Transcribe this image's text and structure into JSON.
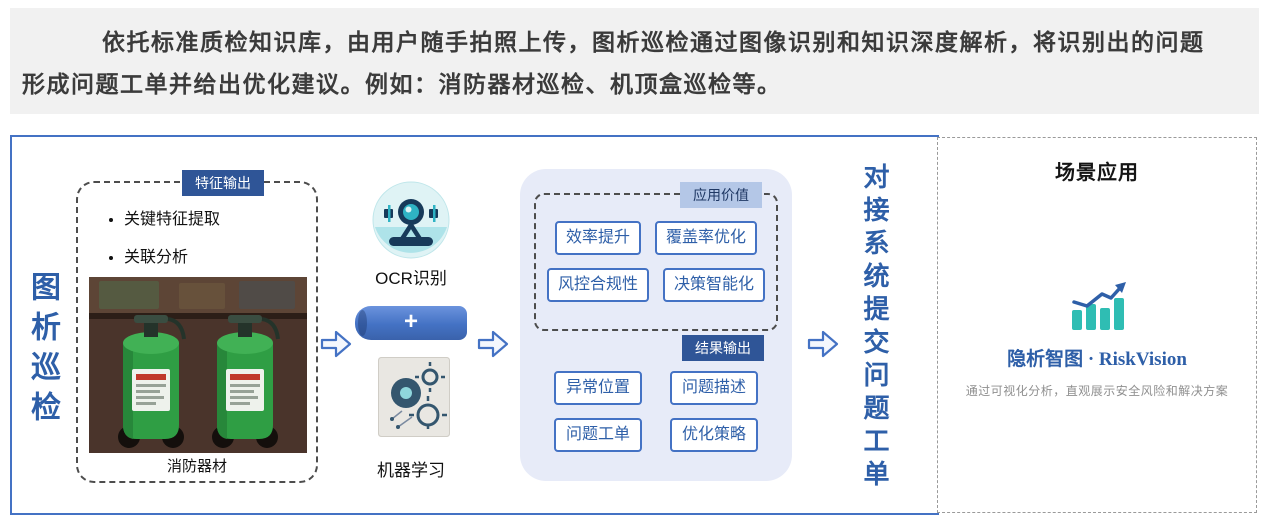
{
  "intro": {
    "line1": "依托标准质检知识库，由用户随手拍照上传，图析巡检通过图像识别和知识深度解析，将识别出的问题",
    "line2": "形成问题工单并给出优化建议。例如：消防器材巡检、机顶盒巡检等。"
  },
  "diagram": {
    "left_title": "图析巡检",
    "feature_box": {
      "badge": "特征输出",
      "bullets": [
        "关键特征提取",
        "关联分析"
      ],
      "photo_caption": "消防器材"
    },
    "process": {
      "ocr_label": "OCR识别",
      "plus": "+",
      "ml_label": "机器学习"
    },
    "results": {
      "value_badge": "应用价值",
      "value_items": [
        "效率提升",
        "覆盖率优化",
        "风控合规性",
        "决策智能化"
      ],
      "output_badge": "结果输出",
      "output_items": [
        "异常位置",
        "问题描述",
        "问题工单",
        "优化策略"
      ]
    },
    "flow_title": "对接系统提交问题工单",
    "scene": {
      "title": "场景应用",
      "product": "隐析智图 · RiskVision",
      "description": "通过可视化分析，直观展示安全风险和解决方案"
    }
  },
  "icons": {
    "flow_arrow": "hollow-right-arrow",
    "ocr_icon": "camera-scan-circle",
    "ml_icon": "gears-photo",
    "chart_icon": "bar-chart-with-trend-arrow",
    "fire_photo": "fire-extinguishers-photo"
  },
  "colors": {
    "accent_blue": "#2E5FA8",
    "border_blue": "#4472C4",
    "badge_dark_bg": "#2F5597",
    "badge_light_bg": "#B4C7E7",
    "results_panel_bg": "#E7EBF8",
    "teal": "#2FBDB3",
    "intro_bg": "#F1F1F1"
  }
}
